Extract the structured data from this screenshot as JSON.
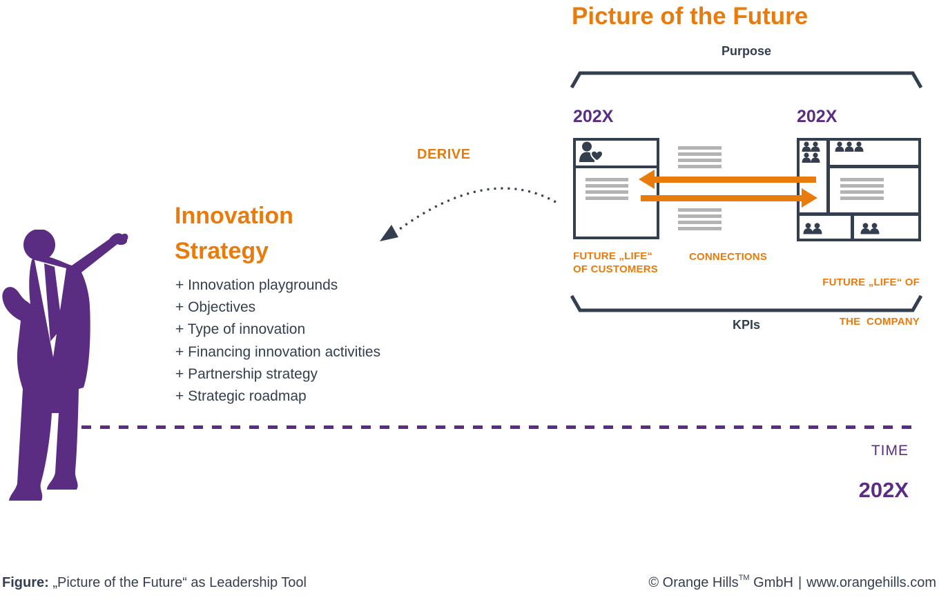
{
  "title": "Picture of the Future",
  "brackets": {
    "top_label": "Purpose",
    "bottom_label": "KPIs"
  },
  "derive_label": "DERIVE",
  "customer_box": {
    "year": "202X",
    "caption_line1": "FUTURE „LIFE“",
    "caption_line2": "OF CUSTOMERS"
  },
  "connections_label": "CONNECTIONS",
  "company_box": {
    "year": "202X",
    "caption_line1": "FUTURE „LIFE“ OF",
    "caption_line2": "THE  COMPANY"
  },
  "strategy": {
    "heading_line1": "Innovation",
    "heading_line2": "Strategy",
    "items": [
      "+ Innovation playgrounds",
      "+ Objectives",
      "+ Type of innovation",
      "+ Financing innovation activities",
      "+ Partnership strategy",
      "+ Strategic roadmap"
    ]
  },
  "timeline": {
    "time_label": "TIME",
    "year": "202X"
  },
  "footer": {
    "figure_label": "Figure:",
    "figure_text": "„Picture of the Future“ as Leadership Tool",
    "credit_prefix": "© Orange Hills",
    "trademark": "TM",
    "credit_mid": "GmbH",
    "separator": "|",
    "website": "www.orangehills.com"
  },
  "colors": {
    "orange": "#E87B0C",
    "purple": "#5B2D82",
    "navy": "#333E4F",
    "gray": "#B3B3B3"
  }
}
